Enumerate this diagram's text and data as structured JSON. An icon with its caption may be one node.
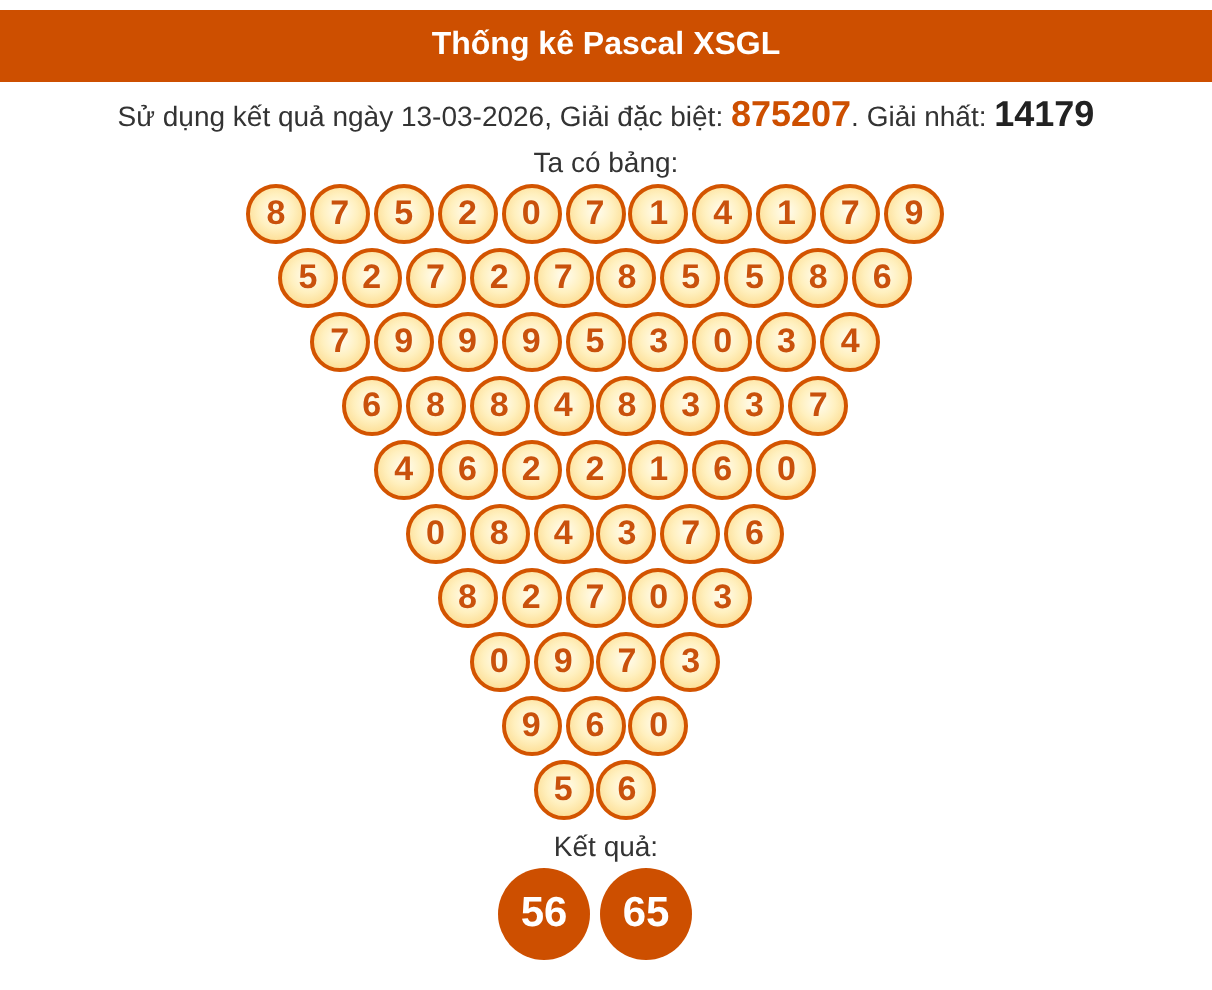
{
  "diagram": {
    "title": "Thống kê Pascal XSGL",
    "nodes": [
      {
        "text": [
          "8"
        ]
      },
      {
        "text": [
          "7"
        ]
      },
      {
        "text": [
          "5"
        ]
      },
      {
        "text": [
          "2"
        ]
      },
      {
        "text": [
          "0"
        ]
      },
      {
        "text": [
          "7"
        ]
      },
      {
        "text": [
          "1"
        ]
      },
      {
        "text": [
          "4"
        ]
      },
      {
        "text": [
          "1"
        ]
      },
      {
        "text": [
          "7"
        ]
      },
      {
        "text": [
          "9"
        ]
      },
      {
        "text": [
          "5"
        ]
      },
      {
        "text": [
          "2"
        ]
      },
      {
        "text": [
          "7"
        ]
      },
      {
        "text": [
          "2"
        ]
      },
      {
        "text": [
          "7"
        ]
      },
      {
        "text": [
          "8"
        ]
      },
      {
        "text": [
          "5"
        ]
      },
      {
        "text": [
          "5"
        ]
      },
      {
        "text": [
          "8"
        ]
      },
      {
        "text": [
          "6"
        ]
      },
      {
        "text": [
          "7"
        ]
      },
      {
        "text": [
          "9"
        ]
      },
      {
        "text": [
          "9"
        ]
      },
      {
        "text": [
          "9"
        ]
      },
      {
        "text": [
          "5"
        ]
      },
      {
        "text": [
          "3"
        ]
      },
      {
        "text": [
          "0"
        ]
      },
      {
        "text": [
          "3"
        ]
      },
      {
        "text": [
          "4"
        ]
      },
      {
        "text": [
          "6"
        ]
      },
      {
        "text": [
          "8"
        ]
      },
      {
        "text": [
          "8"
        ]
      },
      {
        "text": [
          "4"
        ]
      },
      {
        "text": [
          "8"
        ]
      },
      {
        "text": [
          "3"
        ]
      },
      {
        "text": [
          "3"
        ]
      },
      {
        "text": [
          "7"
        ]
      },
      {
        "text": [
          "4"
        ]
      },
      {
        "text": [
          "6"
        ]
      },
      {
        "text": [
          "2"
        ]
      },
      {
        "text": [
          "2"
        ]
      },
      {
        "text": [
          "1"
        ]
      },
      {
        "text": [
          "6"
        ]
      },
      {
        "text": [
          "0"
        ]
      },
      {
        "text": [
          "0"
        ]
      },
      {
        "text": [
          "8"
        ]
      },
      {
        "text": [
          "4"
        ]
      },
      {
        "text": [
          "3"
        ]
      },
      {
        "text": [
          "7"
        ]
      },
      {
        "text": [
          "6"
        ]
      },
      {
        "text": [
          "8"
        ]
      },
      {
        "text": [
          "2"
        ]
      },
      {
        "text": [
          "7"
        ]
      },
      {
        "text": [
          "0"
        ]
      },
      {
        "text": [
          "3"
        ]
      },
      {
        "text": [
          "0"
        ]
      },
      {
        "text": [
          "9"
        ]
      },
      {
        "text": [
          "7"
        ]
      },
      {
        "text": [
          "3"
        ]
      },
      {
        "text": [
          "9"
        ]
      },
      {
        "text": [
          "6"
        ]
      },
      {
        "text": [
          "0"
        ]
      },
      {
        "text": [
          "5"
        ]
      },
      {
        "text": [
          "6"
        ]
      },
      {
        "text": [
          "56"
        ]
      },
      {
        "text": [
          "65"
        ]
      }
    ],
    "labels": [
      "Sử dụng kết quả ngày 13-03-2026, Giải đặc biệt: **875207**. Giải nhất: **14179**",
      "Ta có bảng:",
      "Kết quả:"
    ]
  }
}
